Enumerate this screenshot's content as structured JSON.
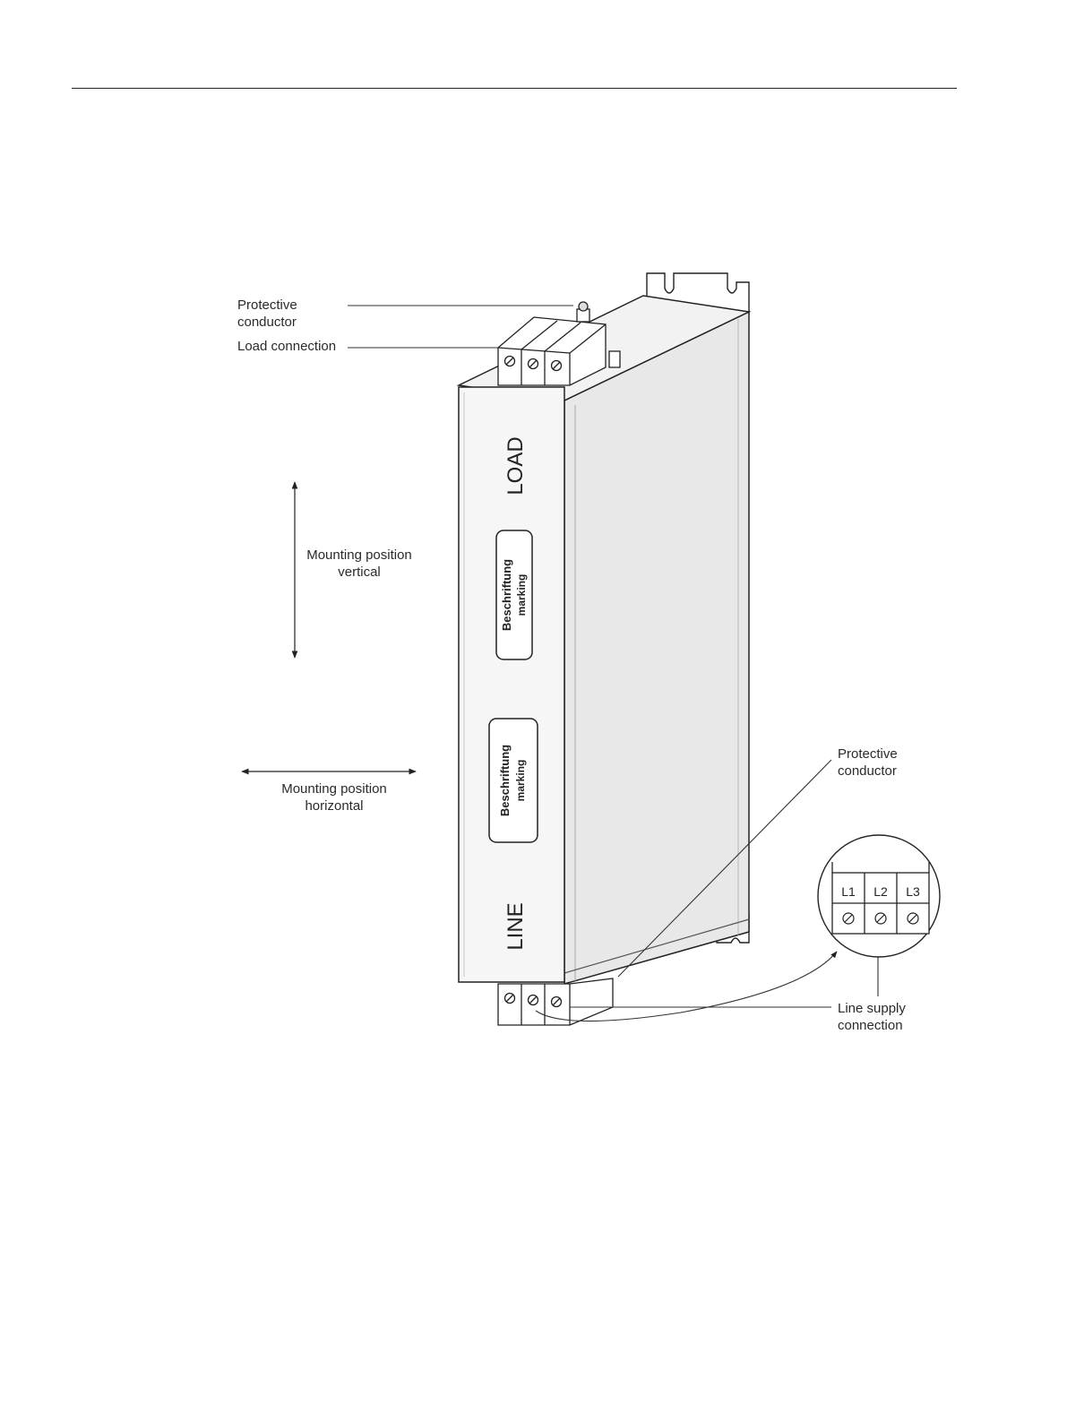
{
  "labels": {
    "protective_conductor_top_1": "Protective",
    "protective_conductor_top_2": "conductor",
    "load_connection": "Load connection",
    "mounting_vertical_1": "Mounting position",
    "mounting_vertical_2": "vertical",
    "mounting_horizontal_1": "Mounting position",
    "mounting_horizontal_2": "horizontal",
    "protective_conductor_right_1": "Protective",
    "protective_conductor_right_2": "conductor",
    "line_supply_1": "Line supply",
    "line_supply_2": "connection"
  },
  "device": {
    "load_text": "LOAD",
    "line_text": "LINE",
    "marking_1_line1": "Beschriftung",
    "marking_1_line2": "marking",
    "marking_2_line1": "Beschriftung",
    "marking_2_line2": "marking"
  },
  "terminal_detail": {
    "terminals": [
      "L1",
      "L2",
      "L3"
    ]
  }
}
